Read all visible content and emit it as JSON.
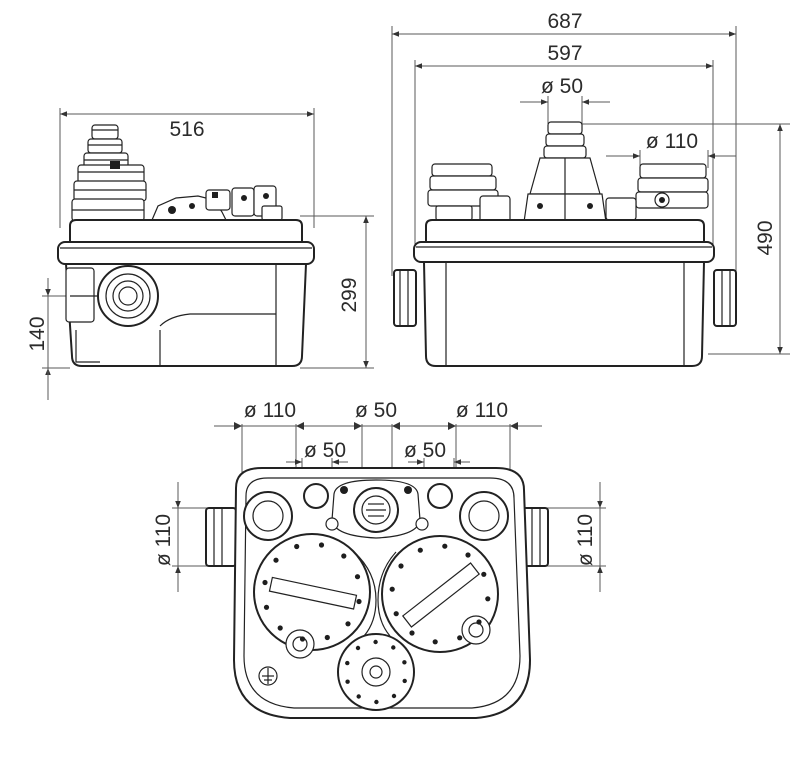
{
  "side_view": {
    "width_label": "516",
    "height_label": "299",
    "inlet_height_label": "140"
  },
  "front_view": {
    "overall_width_label": "687",
    "body_width_label": "597",
    "top_outlet_label": "ø 50",
    "top_inlet_label": "ø 110",
    "height_label": "490"
  },
  "top_view": {
    "left_inlet_label": "ø 110",
    "center_outlet_label": "ø 50",
    "right_inlet_label": "ø 110",
    "left_small_inlet_label": "ø 50",
    "right_small_inlet_label": "ø 50",
    "left_side_inlet_label": "ø 110",
    "right_side_inlet_label": "ø 110"
  }
}
